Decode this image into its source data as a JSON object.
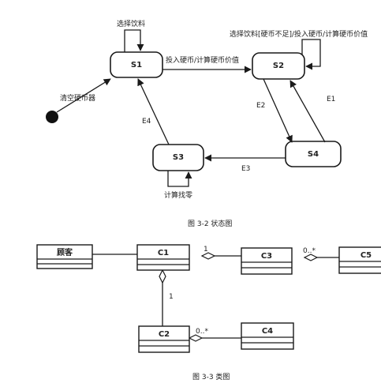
{
  "state_diagram": {
    "caption": "图 3-2  状态图",
    "states": {
      "s1": "S1",
      "s2": "S2",
      "s3": "S3",
      "s4": "S4"
    },
    "initial_label": "清空硬币器",
    "transitions": {
      "s1_self": "选择饮料",
      "s1_to_s2": "投入硬币/计算硬币价值",
      "s2_self": "选择饮料[硬币不足]/投入硬币/计算硬币价值",
      "s2_to_s4": "E2",
      "s4_to_s2": "E1",
      "s4_to_s3": "E3",
      "s3_to_s1": "E4",
      "s3_self": "计算找零"
    }
  },
  "class_diagram": {
    "caption": "图 3-3  类图",
    "classes": {
      "customer": "顾客",
      "c1": "C1",
      "c2": "C2",
      "c3": "C3",
      "c4": "C4",
      "c5": "C5"
    },
    "multiplicities": {
      "c1_c3": "1",
      "c3_c5": "0..*",
      "c1_c2": "1",
      "c2_c4": "0..*"
    }
  }
}
